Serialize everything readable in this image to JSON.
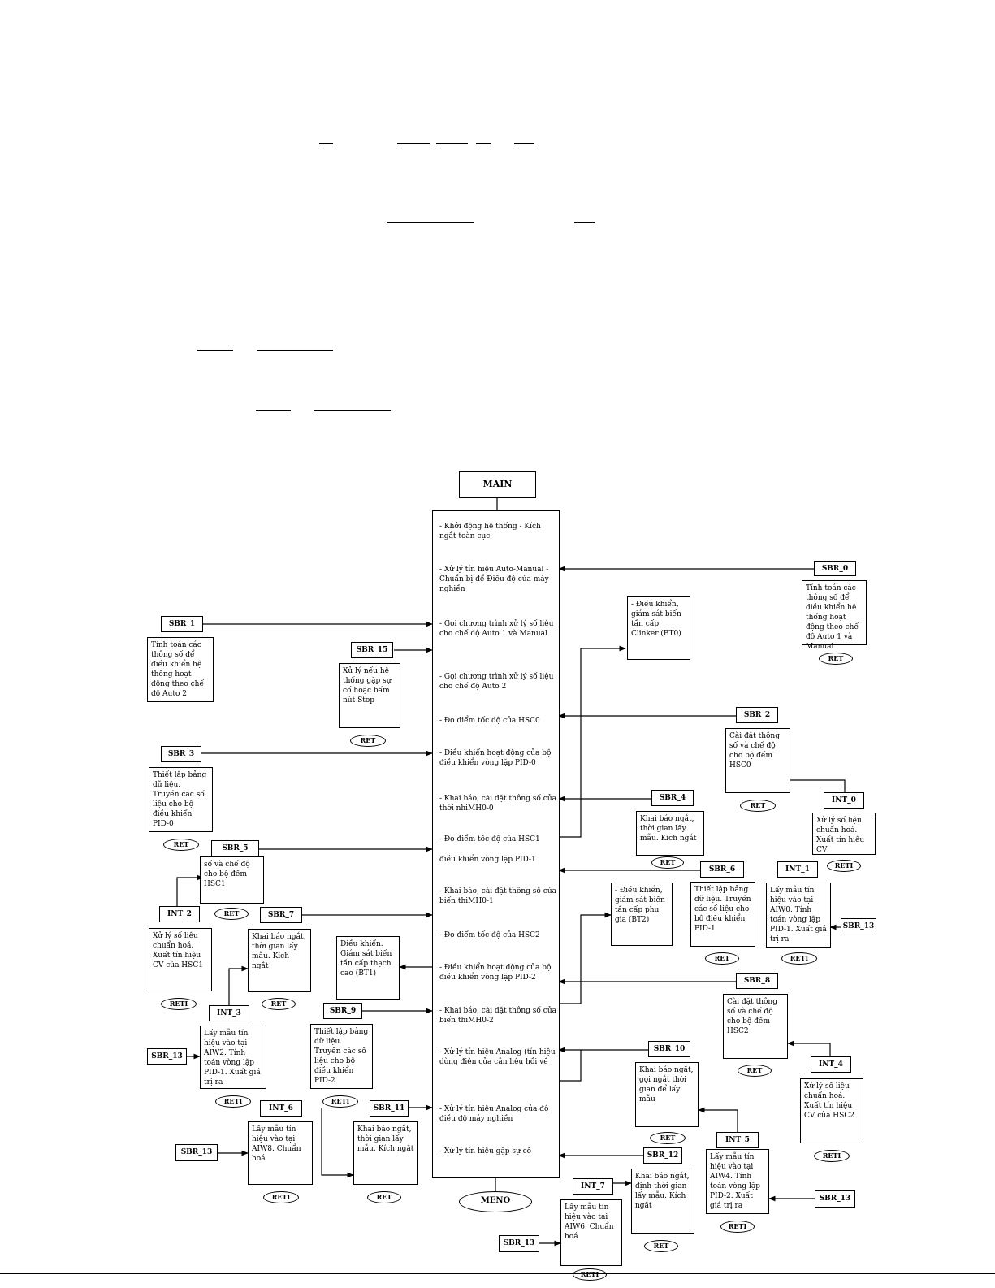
{
  "main": {
    "title": "MAIN",
    "end": "MENO",
    "steps": [
      "- Khởi động hệ thống - Kích ngắt toàn cục",
      "- Xử lý tín hiệu Auto-Manual - Chuẩn bị để Điều độ của máy nghiền",
      "- Gọi chương trình xử lý số liệu cho chế độ Auto 1 và Manual",
      "- Gọi chương trình xử lý số liệu cho chế độ Auto 2",
      "- Đo điểm tốc độ của HSC0",
      "- Điều khiển hoạt động của bộ điều khiển vòng lặp PID-0",
      "- Khai báo, cài đặt thông số của thời nhiMH0-0",
      "- Đo điểm tốc độ của HSC1",
      "điều khiển vòng lặp PID-1",
      "- Khai báo, cài đặt thông số của biến thiMH0-1",
      "- Đo điểm tốc độ của HSC2",
      "- Điều khiển hoạt động của bộ điều khiển vòng lặp PID-2",
      "- Khai báo, cài đặt thông số của biến thiMH0-2",
      "- Xử lý tín hiệu Analog (tín hiệu dòng điện của cân liệu hồi về",
      "- Xử lý tín hiệu Analog của độ điều độ máy nghiền",
      "- Xử lý tín hiệu gặp sự cố"
    ]
  },
  "boxes": {
    "sbr0": {
      "label": "SBR_0",
      "text": "Tính toán các thông số để điều khiển hệ thống hoạt động theo chế độ Auto 1 và Manual",
      "ret": "RET"
    },
    "sbr1": {
      "label": "SBR_1",
      "text": "Tính toán các thông số để điều khiển hệ thống hoạt động theo chế độ Auto 2",
      "ret": ""
    },
    "sbr15": {
      "label": "SBR_15",
      "text": "Xử lý nếu hệ thống gặp sự cố hoặc bấm nút Stop",
      "ret": "RET"
    },
    "pt0": {
      "text": "- Điều khiển, giám sát biến tần cấp Clinker (BT0)"
    },
    "sbr2": {
      "label": "SBR_2",
      "text": "Cài đặt thông số và chế độ cho bộ đếm HSC0",
      "ret": "RET"
    },
    "int0": {
      "label": "INT_0",
      "text": "Xử lý số liệu chuẩn hoá. Xuất tín hiệu CV",
      "ret": "RETI"
    },
    "sbr3": {
      "label": "SBR_3",
      "text": "Thiết lập bảng dữ liệu. Truyền các số liệu cho bộ điều khiển PID-0",
      "ret": "RET"
    },
    "sbr4": {
      "label": "SBR_4",
      "text": "Khai báo ngắt, thời gian lấy mẫu. Kích ngắt",
      "ret": "RET"
    },
    "sbr5": {
      "label": "SBR_5",
      "text": "số và chế độ cho bộ đếm HSC1",
      "ret": "RET"
    },
    "int2": {
      "label": "INT_2",
      "text": "Xử lý số liệu chuẩn hoá. Xuất tín hiệu CV của HSC1",
      "ret": "RETI"
    },
    "sbr7": {
      "label": "SBR_7",
      "text": "Khai báo ngắt, thời gian lấy mẫu. Kích ngắt",
      "ret": "RET"
    },
    "pt2": {
      "text": "- Điều khiển, giám sát biến tần cấp phụ gia (BT2)"
    },
    "sbr6": {
      "label": "SBR_6",
      "text": "Thiết lập bảng dữ liệu. Truyền các số liệu cho bộ điều khiển PID-1",
      "ret": "RET"
    },
    "int1": {
      "label": "INT_1",
      "text": "Lấy mẫu tín hiệu vào tại AIW0. Tính toán vòng lặp PID-1. Xuất giá trị ra",
      "ret": "RETI"
    },
    "sbr13a": {
      "label": "SBR_13"
    },
    "pt1": {
      "text": "Điều khiển. Giám sát biến tần cấp thạch cao (BT1)"
    },
    "int3": {
      "label": "INT_3",
      "text": "Lấy mẫu tín hiệu vào tại AIW2. Tính toán vòng lặp PID-1. Xuất giá trị ra",
      "ret": "RETI"
    },
    "sbr13b": {
      "label": "SBR_13"
    },
    "sbr9": {
      "label": "SBR_9",
      "text": "Thiết lập bảng dữ liệu. Truyền các số liệu cho bộ điều khiển PID-2",
      "ret": "RETI"
    },
    "sbr8": {
      "label": "SBR_8",
      "text": "Cài đặt thông số và chế độ cho bộ đếm HSC2",
      "ret": "RET"
    },
    "sbr10": {
      "label": "SBR_10",
      "text": "Khai báo ngắt, gọi ngắt thời gian để lấy mẫu",
      "ret": "RET"
    },
    "int4": {
      "label": "INT_4",
      "text": "Xử lý số liệu chuẩn hoá. Xuất tín hiệu CV của HSC2",
      "ret": "RETI"
    },
    "int6": {
      "label": "INT_6",
      "text": "Lấy mẫu tín hiệu vào tại AIW8. Chuẩn hoá",
      "ret": "RETI"
    },
    "sbr13c": {
      "label": "SBR_13"
    },
    "sbr11": {
      "label": "SBR_11",
      "text": "Khai báo ngắt, thời gian lấy mẫu. Kích ngắt",
      "ret": "RET"
    },
    "sbr12": {
      "label": "SBR_12",
      "text": "Khai báo ngắt, định thời gian lấy mẫu. Kích ngắt",
      "ret": "RET"
    },
    "int5": {
      "label": "INT_5",
      "text": "Lấy mẫu tín hiệu vào tại AIW4. Tính toán vòng lặp PID-2. Xuất giá trị ra",
      "ret": "RETI"
    },
    "sbr13d": {
      "label": "SBR_13"
    },
    "int7": {
      "label": "INT_7",
      "text": "Lấy mẫu tín hiệu vào tại AIW6. Chuẩn hoá",
      "ret": "RETI"
    },
    "sbr13e": {
      "label": "SBR_13"
    }
  }
}
